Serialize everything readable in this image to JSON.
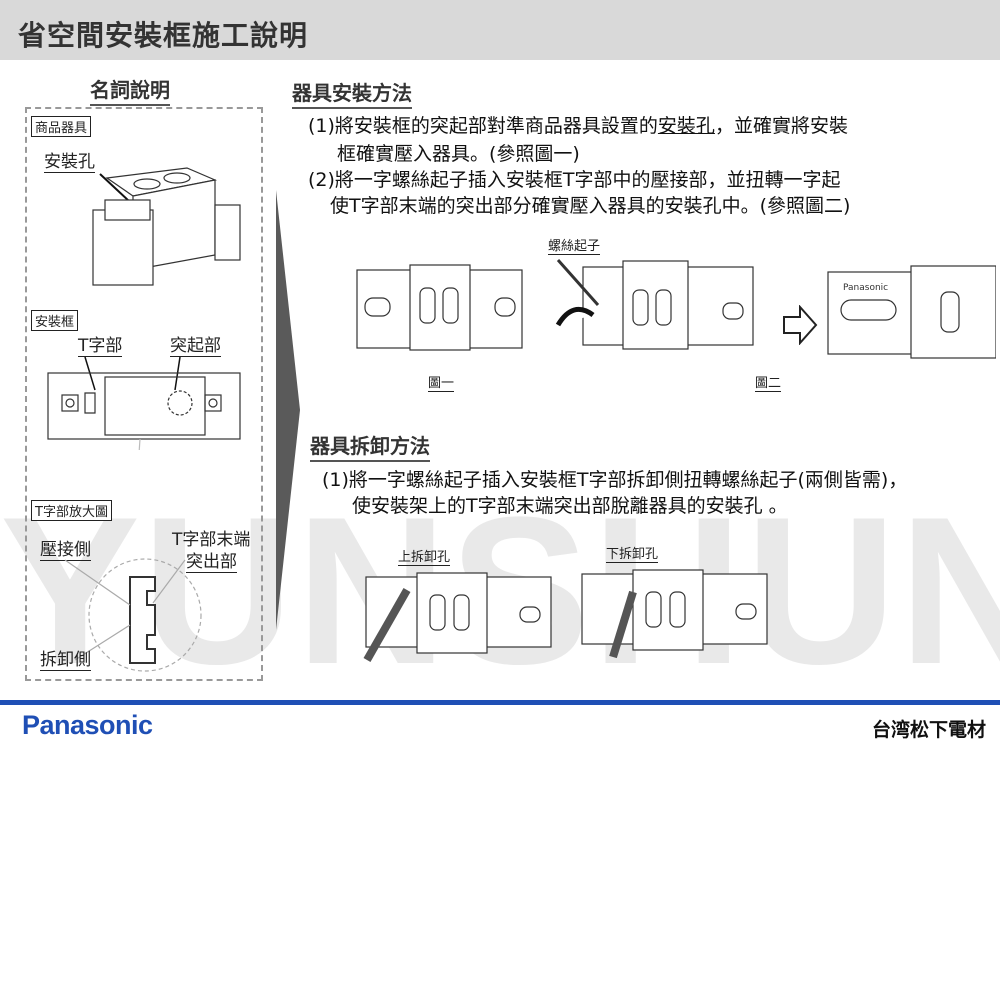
{
  "header": {
    "title": "省空間安裝框施工說明"
  },
  "glossary": {
    "heading": "名詞說明",
    "product_tag": "商品器具",
    "mount_hole": "安裝孔",
    "frame_tag": "安裝框",
    "t_part": "T字部",
    "protrusion": "突起部",
    "zoom_tag": "T字部放大圖",
    "press_side": "壓接側",
    "t_end_line1": "T字部末端",
    "t_end_line2": "突出部",
    "remove_side": "拆卸側"
  },
  "install": {
    "heading": "器具安裝方法",
    "step1_a": "(1)將安裝框的突起部對準商品器具設置的",
    "step1_u": "安裝孔",
    "step1_b": "，並確實將安裝",
    "step1_line2": "框確實壓入器具。(參照圖一)",
    "step2_line1": "(2)將一字螺絲起子插入安裝框T字部中的壓接部，並扭轉一字起",
    "step2_line2": "使T字部末端的突出部分確實壓入器具的安裝孔中。(參照圖二)",
    "screwdriver_label": "螺絲起子",
    "fig1": "圖一",
    "fig2": "圖二",
    "device_brand": "Panasonic"
  },
  "removal": {
    "heading": "器具拆卸方法",
    "step1_line1": "(1)將一字螺絲起子插入安裝框T字部拆卸側扭轉螺絲起子(兩側皆需)，",
    "step1_line2": "使安裝架上的T字部末端突出部脫離器具的安裝孔 。",
    "upper_hole": "上拆卸孔",
    "lower_hole": "下拆卸孔"
  },
  "watermark": "YUNSHUN",
  "footer": {
    "logo": "Panasonic",
    "company": "台湾松下電材"
  },
  "colors": {
    "brand_blue": "#1f4fb5",
    "header_bg": "#d9d9d9"
  }
}
